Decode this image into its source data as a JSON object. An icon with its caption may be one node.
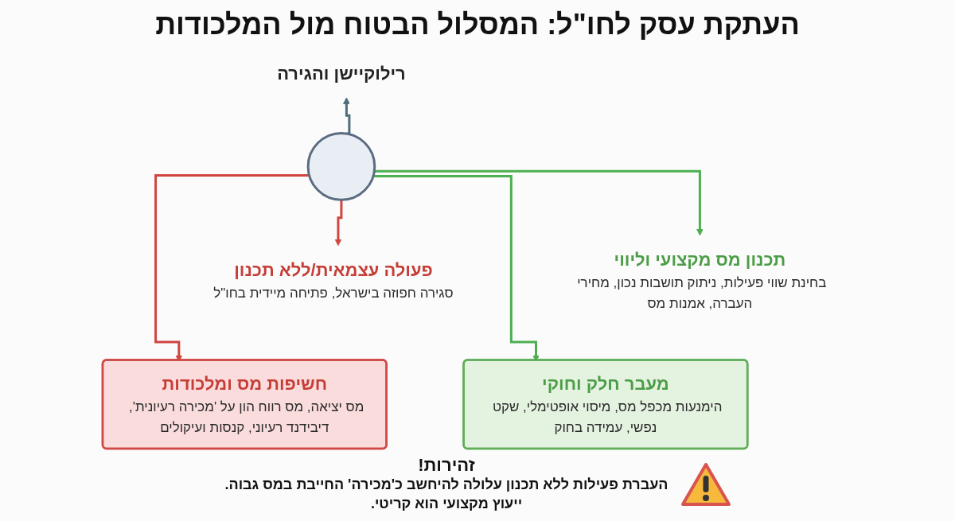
{
  "diagram": {
    "title": "העתקת עסק לחו\"ל: המסלול הבטוח מול המלכודות",
    "nodes": [
      {
        "text": [
          "רילוקיישן והגירה"
        ]
      },
      {
        "text": [
          "תכנון מס מקצועי וליווי",
          "בחינת שווי פעילות, ניתוק תושבות נכון, מחירי העברה, אמנות מס"
        ]
      },
      {
        "text": [],
        "shape": "circle"
      },
      {
        "text": [
          "פעולה עצמאית/ללא תכנון",
          "סגירה חפוזה בישראל, פתיחה מיידית בחו\"ל"
        ]
      },
      {
        "text": [
          "מעבר חלק וחוקי",
          "הימנעות מכפל מס, מיסוי אופטימלי, שקט נפשי, עמידה בחוק"
        ]
      },
      {
        "text": [
          "חשיפות מס ומלכודות",
          "מס יציאה, מס רווח הון על 'מכירה רעיונית', דיבידנד רעיוני, קנסות ועיקולים"
        ]
      }
    ],
    "edges": [
      {
        "from": 2,
        "to": 0,
        "arrow": "to",
        "color": "#4f6d7a"
      },
      {
        "from": 2,
        "to": 1,
        "arrow": "to",
        "color": "#4caf50"
      },
      {
        "from": 2,
        "to": 3,
        "arrow": "to",
        "color": "#d0453f"
      },
      {
        "from": 2,
        "to": 4,
        "arrow": "to",
        "color": "#4caf50"
      },
      {
        "from": 2,
        "to": 5,
        "arrow": "to",
        "color": "#d0453f"
      }
    ],
    "labels": [
      "זהירות!",
      "העברת פעילות ללא תכנון עלולה להיחשב כ'מכירה' החייבת במס גבוה. ייעוץ מקצועי הוא קריטי."
    ]
  }
}
